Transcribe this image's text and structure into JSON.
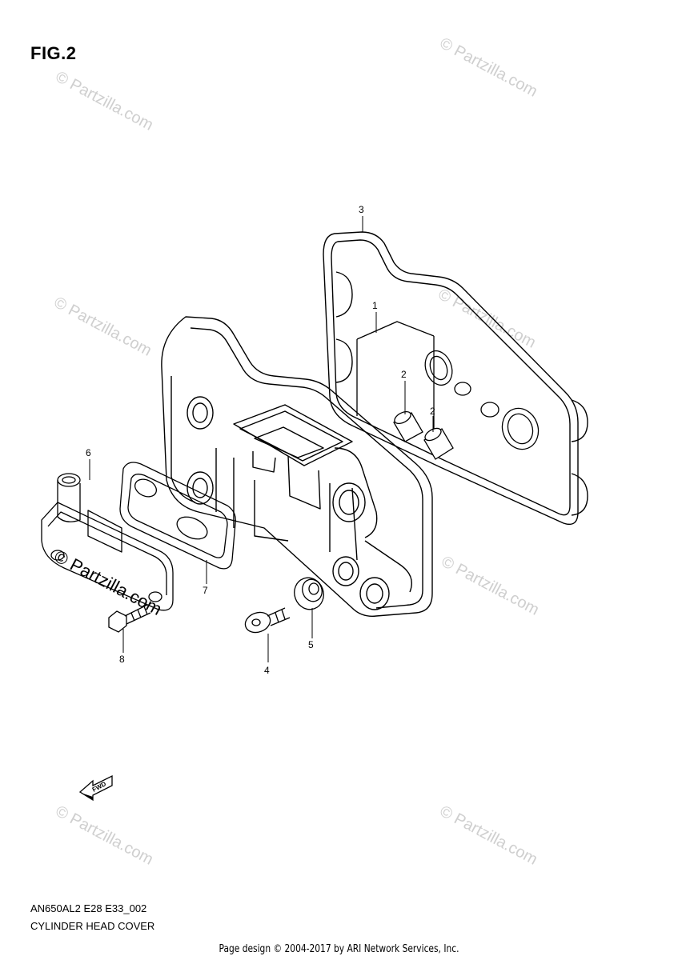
{
  "figure": {
    "title": "FIG.2"
  },
  "callouts": [
    {
      "id": "1",
      "label": "1"
    },
    {
      "id": "2a",
      "label": "2"
    },
    {
      "id": "2b",
      "label": "2"
    },
    {
      "id": "3",
      "label": "3"
    },
    {
      "id": "4",
      "label": "4"
    },
    {
      "id": "5",
      "label": "5"
    },
    {
      "id": "6",
      "label": "6"
    },
    {
      "id": "7",
      "label": "7"
    },
    {
      "id": "8",
      "label": "8"
    }
  ],
  "arrow": {
    "label": "FWD"
  },
  "watermark": {
    "text": "© Partzilla.com"
  },
  "footer": {
    "code": "AN650AL2 E28 E33_002",
    "name": "CYLINDER HEAD COVER",
    "copyright": "Page design © 2004-2017 by ARI Network Services, Inc."
  },
  "colors": {
    "line": "#000000",
    "watermark": "#cfcfcf",
    "background": "#ffffff"
  }
}
